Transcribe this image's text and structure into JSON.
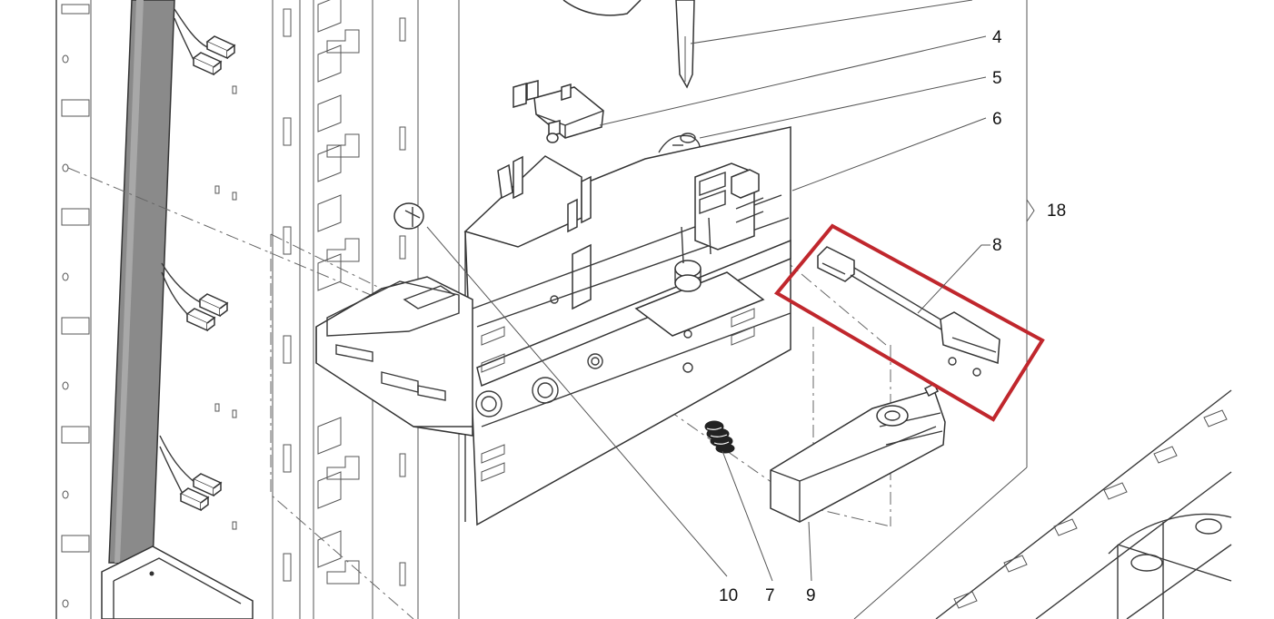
{
  "diagram": {
    "callouts": [
      {
        "id": "c4",
        "label": "4"
      },
      {
        "id": "c5",
        "label": "5"
      },
      {
        "id": "c6",
        "label": "6"
      },
      {
        "id": "c18",
        "label": "18"
      },
      {
        "id": "c8",
        "label": "8"
      },
      {
        "id": "c10",
        "label": "10"
      },
      {
        "id": "c7",
        "label": "7"
      },
      {
        "id": "c9",
        "label": "9"
      }
    ],
    "highlight_color": "#c0272d",
    "highlighted_part": "8"
  }
}
